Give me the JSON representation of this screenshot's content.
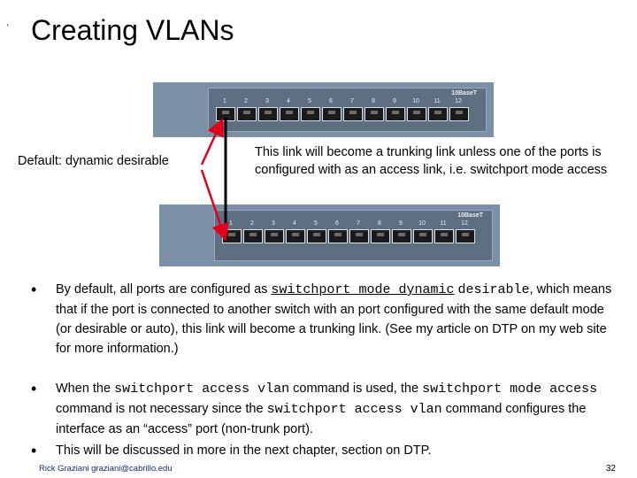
{
  "slide": {
    "corner_mark": ".",
    "title": "Creating VLANs",
    "default_label": "Default:  dynamic desirable",
    "annotation": "This link will become a trunking link unless one of the ports is configured with as an access link, i.e. switchport mode access"
  },
  "switch": {
    "brand": "10BaseT",
    "port_numbers": [
      "1",
      "2",
      "3",
      "4",
      "5",
      "6",
      "7",
      "8",
      "9",
      "10",
      "11",
      "12"
    ]
  },
  "bullets": {
    "b1_pre": "By default, all ports are configured as ",
    "b1_code1": "switchport mode dynamic",
    "b1_code2": "desirable",
    "b1_post": ", which means that if the port is connected to another switch with an port configured with the same default mode (or desirable or auto), this link will become a trunking link.  (See my article on DTP on my web site for more information.)",
    "b2_pre": "When the ",
    "b2_code1": "switchport access vlan",
    "b2_mid1": " command is used, the ",
    "b2_code2": "switchport mode access",
    "b2_mid2": " command is not necessary since the ",
    "b2_code3": "switchport access vlan",
    "b2_post": " command configures the interface as an “access” port (non-trunk port).",
    "b3": "This will be discussed in more in the next chapter, section on DTP."
  },
  "footer": {
    "author": "Rick Graziani  graziani@cabrillo.edu",
    "page": "32"
  },
  "colors": {
    "arrow": "#e0001b",
    "link": "#000000",
    "switch_body": "#7b8fa6"
  }
}
